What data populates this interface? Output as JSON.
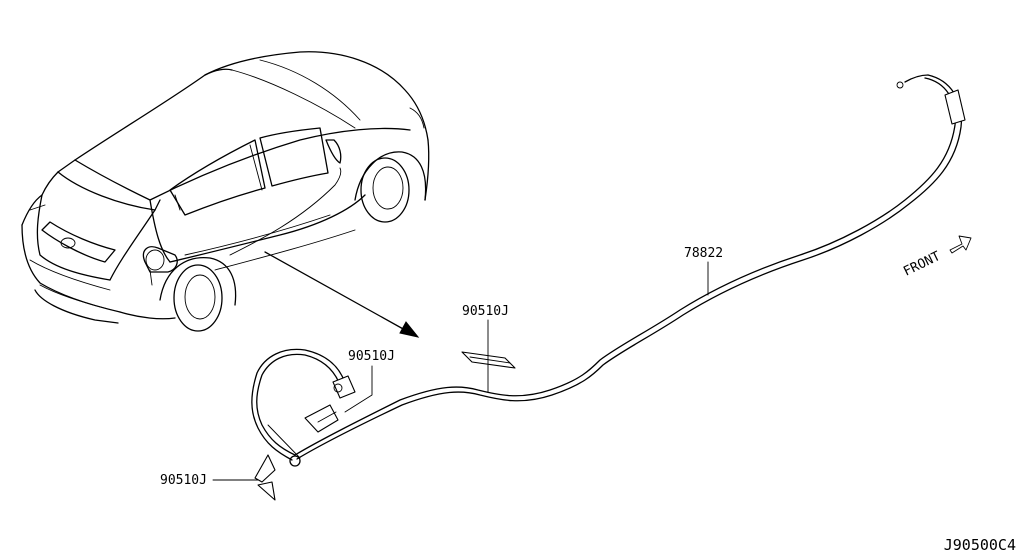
{
  "labels": {
    "cable": "78822",
    "clip_upper": "90510J",
    "clip_middle": "90510J",
    "clip_lower": "90510J",
    "front": "FRONT"
  },
  "diagram_code": "J90500C4"
}
